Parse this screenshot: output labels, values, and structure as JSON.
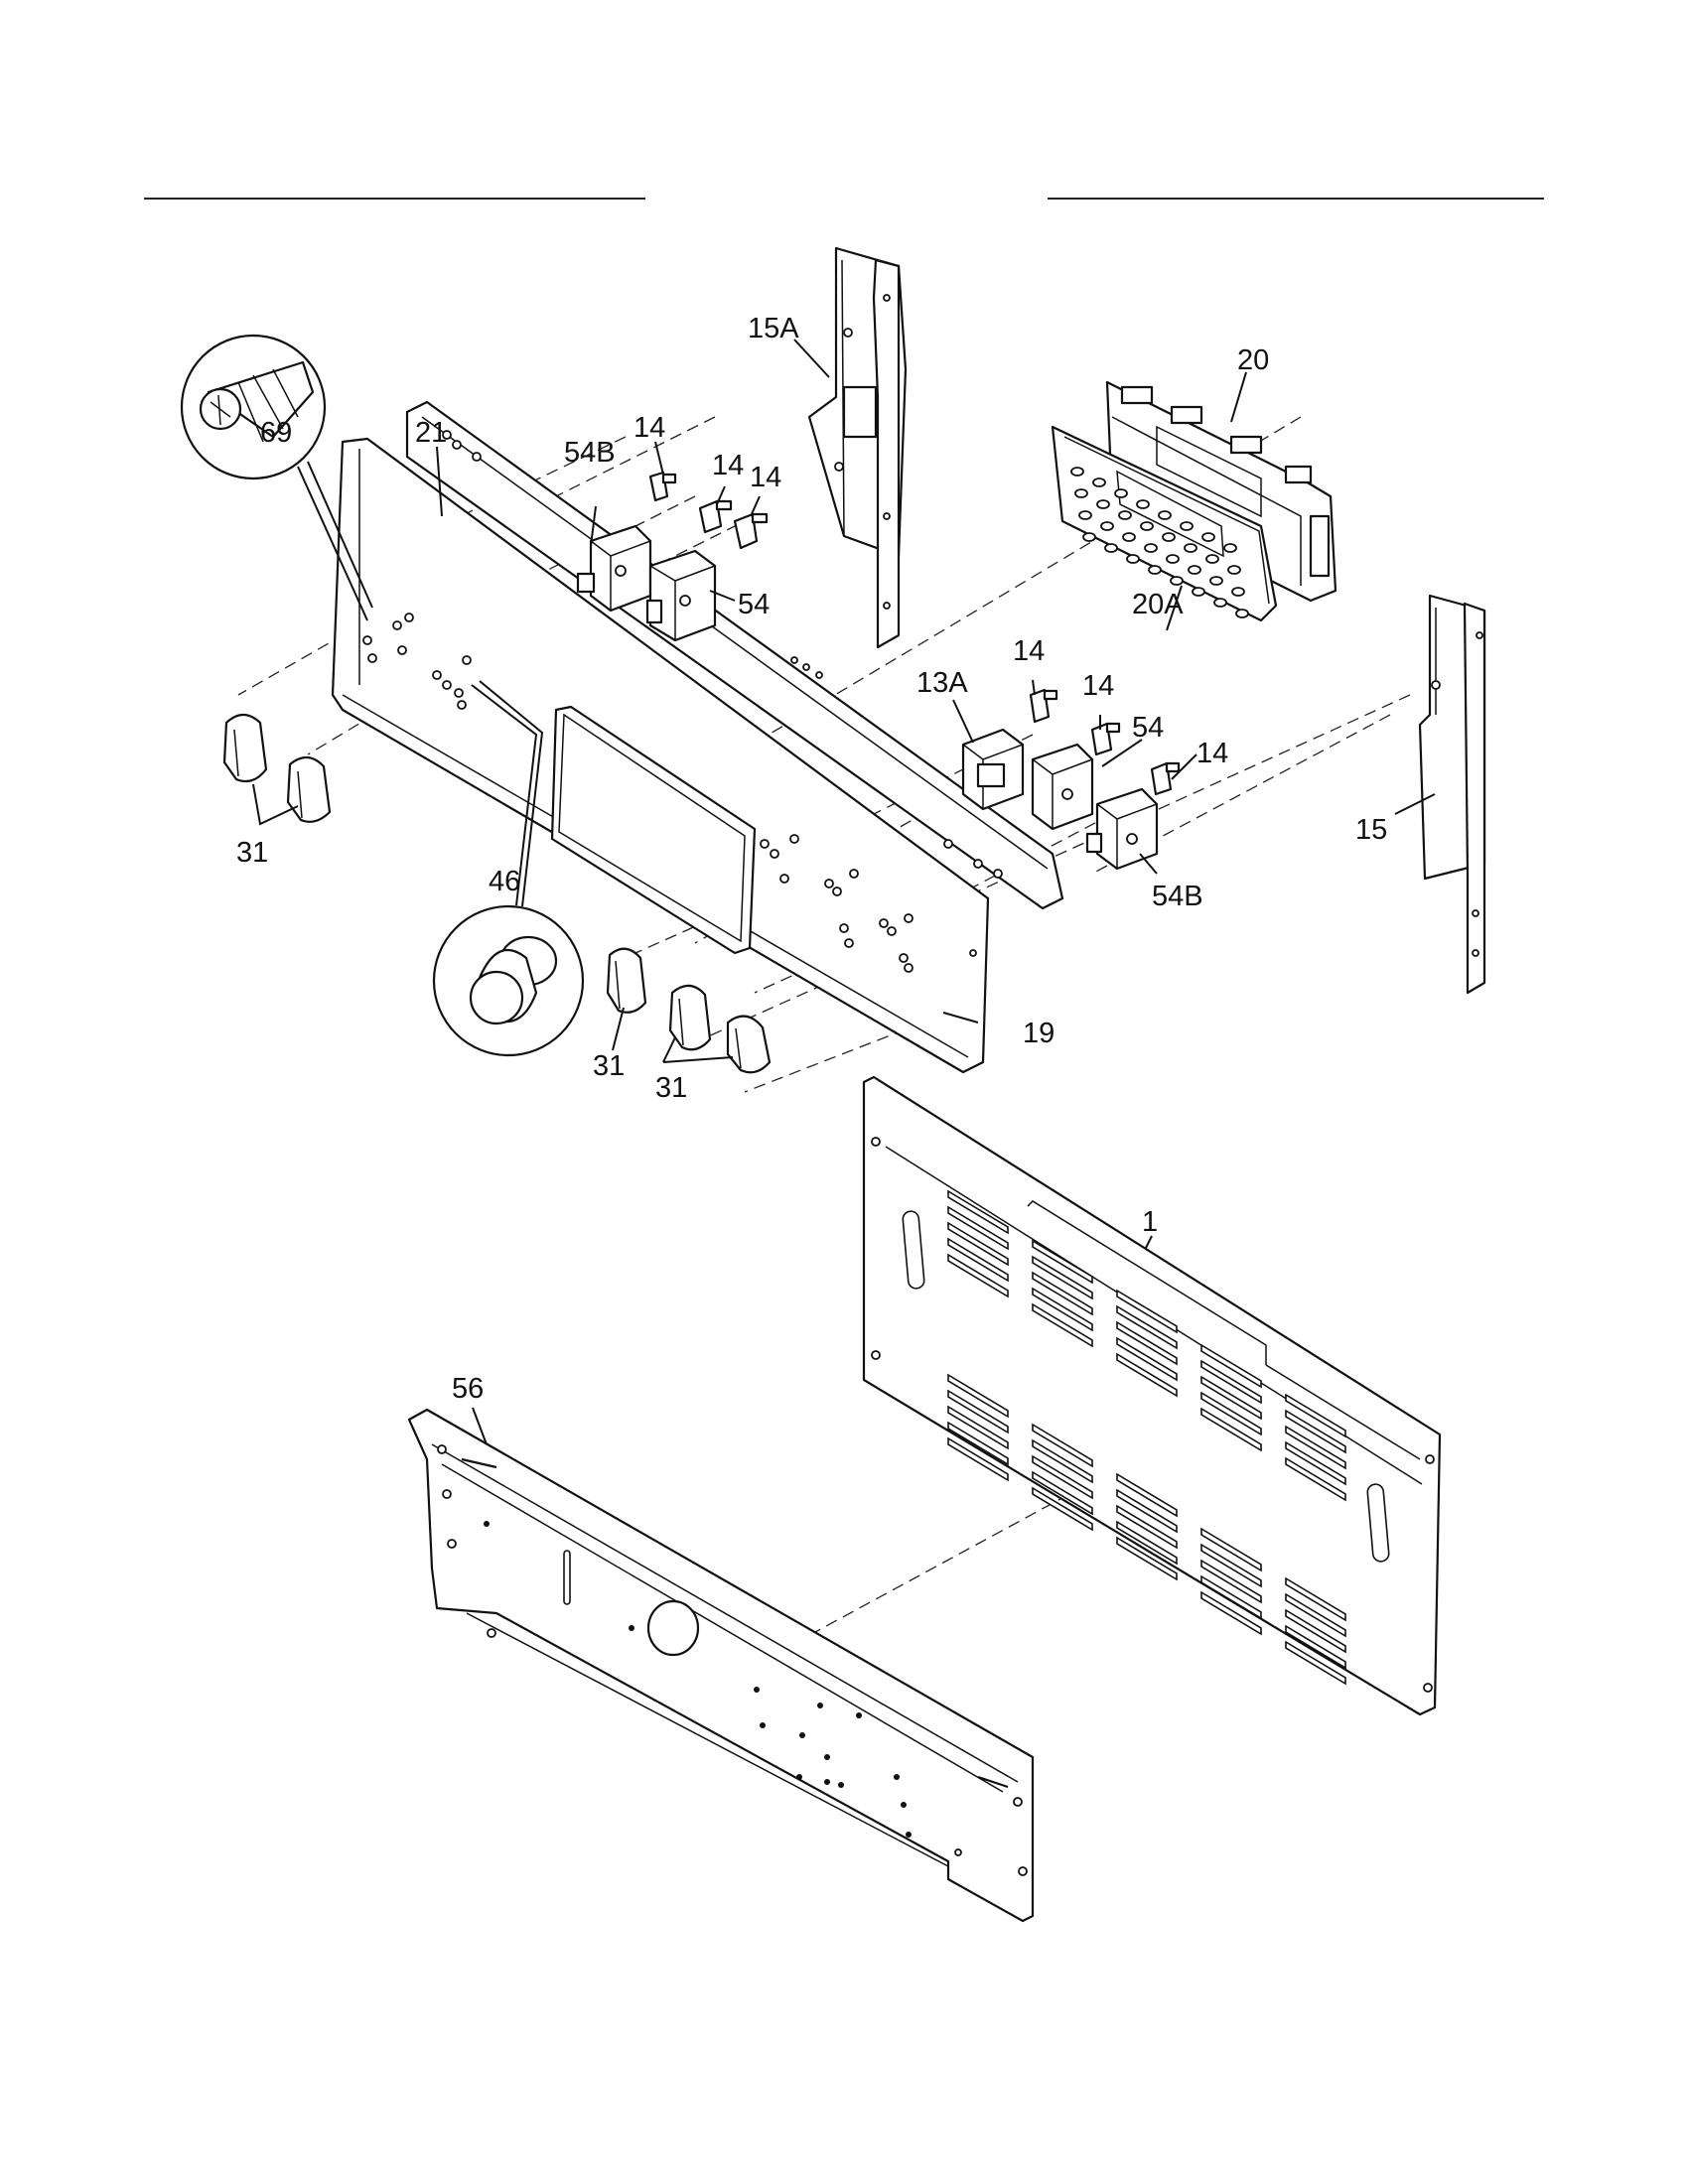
{
  "callouts": {
    "c15a": "15A",
    "c20": "20",
    "c21": "21",
    "c54b_top": "54B",
    "c14_a": "14",
    "c14_b": "14",
    "c14_c": "14",
    "c54_top": "54",
    "c69": "69",
    "c20a": "20A",
    "c14_d": "14",
    "c13a": "13A",
    "c14_e": "14",
    "c54_mid": "54",
    "c14_f": "14",
    "c15": "15",
    "c54b_mid": "54B",
    "c31_left": "31",
    "c46": "46",
    "c19": "19",
    "c31_mid": "31",
    "c31_bottom": "31",
    "c1": "1",
    "c56": "56"
  }
}
